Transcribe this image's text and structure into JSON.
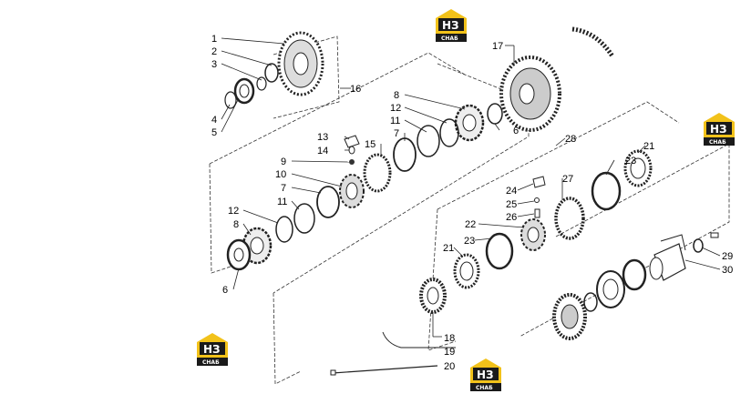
{
  "logo": {
    "mark": "НЗ",
    "sub": "СНАБ",
    "color": "#f2c21a"
  },
  "callouts": [
    {
      "id": "c1",
      "label": "1"
    },
    {
      "id": "c2",
      "label": "2"
    },
    {
      "id": "c3",
      "label": "3"
    },
    {
      "id": "c4",
      "label": "4"
    },
    {
      "id": "c5",
      "label": "5"
    },
    {
      "id": "c16",
      "label": "16"
    },
    {
      "id": "c8a",
      "label": "8"
    },
    {
      "id": "c12a",
      "label": "12"
    },
    {
      "id": "c11a",
      "label": "11"
    },
    {
      "id": "c7a",
      "label": "7"
    },
    {
      "id": "c13",
      "label": "13"
    },
    {
      "id": "c14",
      "label": "14"
    },
    {
      "id": "c15",
      "label": "15"
    },
    {
      "id": "c9",
      "label": "9"
    },
    {
      "id": "c10",
      "label": "10"
    },
    {
      "id": "c7b",
      "label": "7"
    },
    {
      "id": "c11b",
      "label": "11"
    },
    {
      "id": "c12b",
      "label": "12"
    },
    {
      "id": "c8b",
      "label": "8"
    },
    {
      "id": "c6a",
      "label": "6"
    },
    {
      "id": "c17",
      "label": "17"
    },
    {
      "id": "c6b",
      "label": "6"
    },
    {
      "id": "c28",
      "label": "28"
    },
    {
      "id": "c23a",
      "label": "23"
    },
    {
      "id": "c21a",
      "label": "21"
    },
    {
      "id": "c27",
      "label": "27"
    },
    {
      "id": "c24",
      "label": "24"
    },
    {
      "id": "c25",
      "label": "25"
    },
    {
      "id": "c26",
      "label": "26"
    },
    {
      "id": "c22",
      "label": "22"
    },
    {
      "id": "c21b",
      "label": "21"
    },
    {
      "id": "c23b",
      "label": "23"
    },
    {
      "id": "c29",
      "label": "29"
    },
    {
      "id": "c30",
      "label": "30"
    },
    {
      "id": "c18",
      "label": "18"
    },
    {
      "id": "c19",
      "label": "19"
    },
    {
      "id": "c20",
      "label": "20"
    }
  ]
}
